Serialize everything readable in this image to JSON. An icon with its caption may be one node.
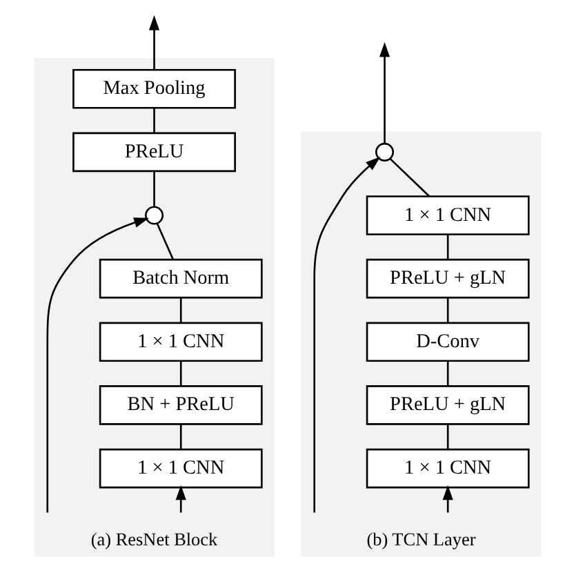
{
  "diagram": {
    "nodes": [
      {
        "text": [
          "(a) ResNet Block"
        ]
      },
      {
        "text": [
          "Max Pooling"
        ],
        "in": 0
      },
      {
        "text": [
          "PReLU"
        ],
        "in": 0
      },
      {
        "text": [],
        "shape": "circle",
        "in": 0
      },
      {
        "text": [
          "Batch Norm"
        ],
        "in": 0
      },
      {
        "text": [
          "1 × 1 CNN"
        ],
        "in": 0
      },
      {
        "text": [
          "BN + PReLU"
        ],
        "in": 0
      },
      {
        "text": [
          "1 × 1 CNN"
        ],
        "in": 0
      },
      {
        "text": [
          "(b) TCN Layer"
        ]
      },
      {
        "text": [],
        "shape": "circle",
        "in": 8
      },
      {
        "text": [
          "1 × 1 CNN"
        ],
        "in": 8
      },
      {
        "text": [
          "PReLU + gLN"
        ],
        "in": 8
      },
      {
        "text": [
          "D-Conv"
        ],
        "in": 8
      },
      {
        "text": [
          "PReLU + gLN"
        ],
        "in": 8
      },
      {
        "text": [
          "1 × 1 CNN"
        ],
        "in": 8
      }
    ],
    "edges": [
      {
        "from": null,
        "to": 7,
        "arrow": "to"
      },
      {
        "from": 7,
        "to": 6,
        "arrow": "none"
      },
      {
        "from": 6,
        "to": 5,
        "arrow": "none"
      },
      {
        "from": 5,
        "to": 4,
        "arrow": "none"
      },
      {
        "from": 4,
        "to": 3,
        "arrow": "none"
      },
      {
        "from": null,
        "to": 3,
        "arrow": "to"
      },
      {
        "from": 3,
        "to": 2,
        "arrow": "none"
      },
      {
        "from": 2,
        "to": 1,
        "arrow": "none"
      },
      {
        "from": 1,
        "to": null,
        "arrow": "to"
      },
      {
        "from": null,
        "to": 14,
        "arrow": "to"
      },
      {
        "from": 14,
        "to": 13,
        "arrow": "none"
      },
      {
        "from": 13,
        "to": 12,
        "arrow": "none"
      },
      {
        "from": 12,
        "to": 11,
        "arrow": "none"
      },
      {
        "from": 11,
        "to": 10,
        "arrow": "none"
      },
      {
        "from": 10,
        "to": 9,
        "arrow": "none"
      },
      {
        "from": null,
        "to": 9,
        "arrow": "to"
      },
      {
        "from": 9,
        "to": null,
        "arrow": "to"
      }
    ]
  }
}
